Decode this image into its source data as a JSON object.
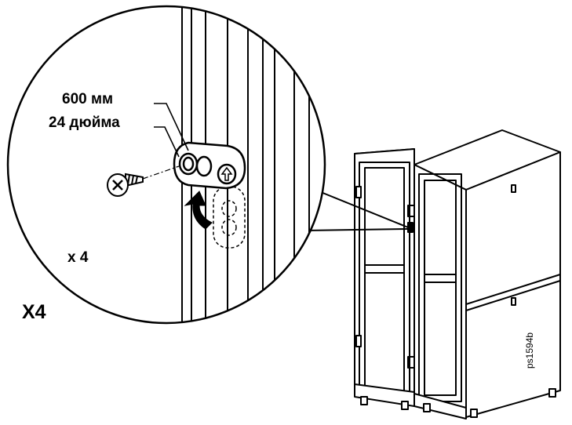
{
  "callout": {
    "width_mm": "600 мм",
    "width_inch": "24 дюйма",
    "count_small": "x 4"
  },
  "step_count": "X4",
  "figure_code": "ps1594b",
  "colors": {
    "line": "#000000",
    "fill": "#ffffff",
    "shade": "#d9d9d9"
  }
}
